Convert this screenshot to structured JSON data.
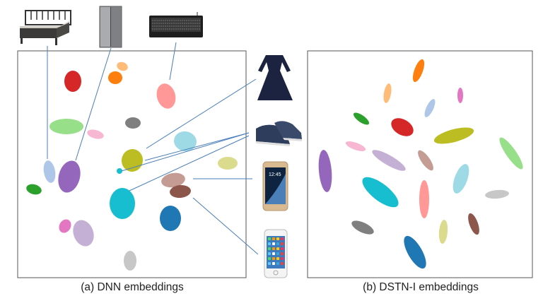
{
  "chart_data": [
    {
      "type": "scatter",
      "title": "(a) DNN embeddings",
      "xlabel": "",
      "ylabel": "",
      "grid": false,
      "series": [
        {
          "name": "cluster-red",
          "color": "#d62728"
        },
        {
          "name": "cluster-peach",
          "color": "#ffbb78"
        },
        {
          "name": "cluster-orange",
          "color": "#ff7f0e"
        },
        {
          "name": "cluster-salmon",
          "color": "#ff9896"
        },
        {
          "name": "cluster-lightgreen",
          "color": "#98df8a"
        },
        {
          "name": "cluster-gray",
          "color": "#7f7f7f"
        },
        {
          "name": "cluster-pink",
          "color": "#f7b6d2"
        },
        {
          "name": "cluster-lightblue",
          "color": "#9edae5"
        },
        {
          "name": "cluster-olive",
          "color": "#bcbd22"
        },
        {
          "name": "cluster-khaki",
          "color": "#dbdb8d"
        },
        {
          "name": "cluster-steelblue",
          "color": "#aec7e8"
        },
        {
          "name": "cluster-purple",
          "color": "#9467bd"
        },
        {
          "name": "cluster-green",
          "color": "#2ca02c"
        },
        {
          "name": "cluster-tan",
          "color": "#c49c94"
        },
        {
          "name": "cluster-brown",
          "color": "#8c564b"
        },
        {
          "name": "cluster-cyan",
          "color": "#17becf"
        },
        {
          "name": "cluster-blue",
          "color": "#1f77b4"
        },
        {
          "name": "cluster-magenta",
          "color": "#e377c2"
        },
        {
          "name": "cluster-lavender",
          "color": "#c5b0d5"
        },
        {
          "name": "cluster-silver",
          "color": "#c7c7c7"
        }
      ],
      "annotations": [
        "bed",
        "wardrobe",
        "keyboard",
        "dress",
        "shoes",
        "samsung-phone",
        "iphone"
      ]
    },
    {
      "type": "scatter",
      "title": "(b) DSTN-I embeddings",
      "xlabel": "",
      "ylabel": "",
      "grid": false
    }
  ],
  "phone_clock": "12:45",
  "line_color": "#4a7ebb"
}
